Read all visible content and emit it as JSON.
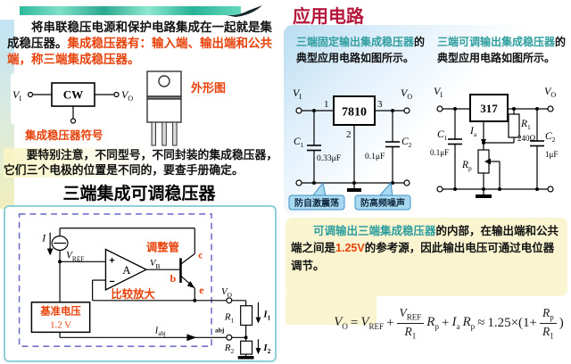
{
  "colors": {
    "accent_red": "#e8420b",
    "title_crimson": "#b5173c",
    "teal_text": "#2f9e9e",
    "panel_blue": "#cde7f6",
    "panel_yellow": "#faf5d0",
    "callout_blue": "#a8d9f0",
    "circuit_border": "#8fd0d8",
    "dashed_border": "#7070cc"
  },
  "left": {
    "intro_black": "将串联稳压电源和保护电路集成在一起就是集成稳压器。",
    "intro_red": "集成稳压器有：输入端、输出端和公共端，称三端集成稳压器。",
    "symbol": {
      "vi": "V",
      "vi_sub": "I",
      "chip": "CW",
      "vo": "V",
      "vo_sub": "O",
      "caption": "集成稳压器符号"
    },
    "outline_label": "外形图",
    "note": "要特别注意，不同型号，不同封装的集成稳压器，它们三个电极的位置是不同的，要查手册确定。",
    "section_title": "三端集成可调稳压器",
    "internal": {
      "i": "I",
      "vref": "V",
      "vref_sub": "REF",
      "plus": "+",
      "minus": "−",
      "opamp": "A",
      "vb": "V",
      "vb_sub": "B",
      "adjust_tube": "调整管",
      "c": "c",
      "b": "b",
      "e": "e",
      "compare_amp": "比较放大",
      "ref_line1": "基准电压",
      "ref_line2": "1.2 V",
      "iabj": "I",
      "iabj_sub": "abj",
      "vo": "V",
      "vo_sub": "O",
      "r1": "R",
      "r1_sub": "1",
      "i1": "I",
      "i1_sub": "1",
      "abj": "abj",
      "r2": "R",
      "r2_sub": "2",
      "i2": "I",
      "i2_sub": "2"
    }
  },
  "right": {
    "title": "应用电路",
    "fixed_teal": "三端固定输出集成稳压器",
    "fixed_black": "的典型应用电路如图所示。",
    "adj_teal": "三端可调输出集成稳压器",
    "adj_black": "的典型应用电路如图所示。",
    "c7810": {
      "vi": "V",
      "vi_sub": "I",
      "pin1": "1",
      "chip": "7810",
      "pin3": "3",
      "vo": "V",
      "vo_sub": "O",
      "pin2": "2",
      "c1": "C",
      "c1_sub": "1",
      "c1_val": "0.33μF",
      "c2": "C",
      "c2_sub": "2",
      "c2_val": "0.1μF"
    },
    "callout_left": "防自激震荡",
    "callout_right": "防高频噪声",
    "c317": {
      "vi": "V",
      "vi_sub": "I",
      "chip": "317",
      "vo": "V",
      "vo_sub": "O",
      "ia": "I",
      "ia_sub": "a",
      "r1": "R",
      "r1_sub": "1",
      "r1_val": "240Ω",
      "rp": "R",
      "rp_sub": "p",
      "c1": "C",
      "c1_sub": "1",
      "c1_val": "0.1μF",
      "c2": "C",
      "c2_sub": "2",
      "c2_val": "1μF"
    },
    "note_teal": "可调输出三端集成稳压器",
    "note_black1": "的内部，在输出端和公共端之间是",
    "note_red": "1.25V",
    "note_black2": "的参考源，因此输出电压可通过电位器调节。",
    "formula": {
      "vo": "V",
      "vo_sub": "O",
      "eq": "=",
      "vref": "V",
      "vref_sub": "REF",
      "plus1": "+",
      "f1n": "V",
      "f1n_sub": "REF",
      "f1d": "R",
      "f1d_sub": "1",
      "rp1": "R",
      "rp1_sub": "p",
      "plus2": "+",
      "ia": "I",
      "ia_sub": "a",
      "rp2": "R",
      "rp2_sub": "p",
      "approx": "≈",
      "factor": "1.25×(1+",
      "f2n": "R",
      "f2n_sub": "p",
      "f2d": "R",
      "f2d_sub": "1",
      "close": ")"
    }
  }
}
